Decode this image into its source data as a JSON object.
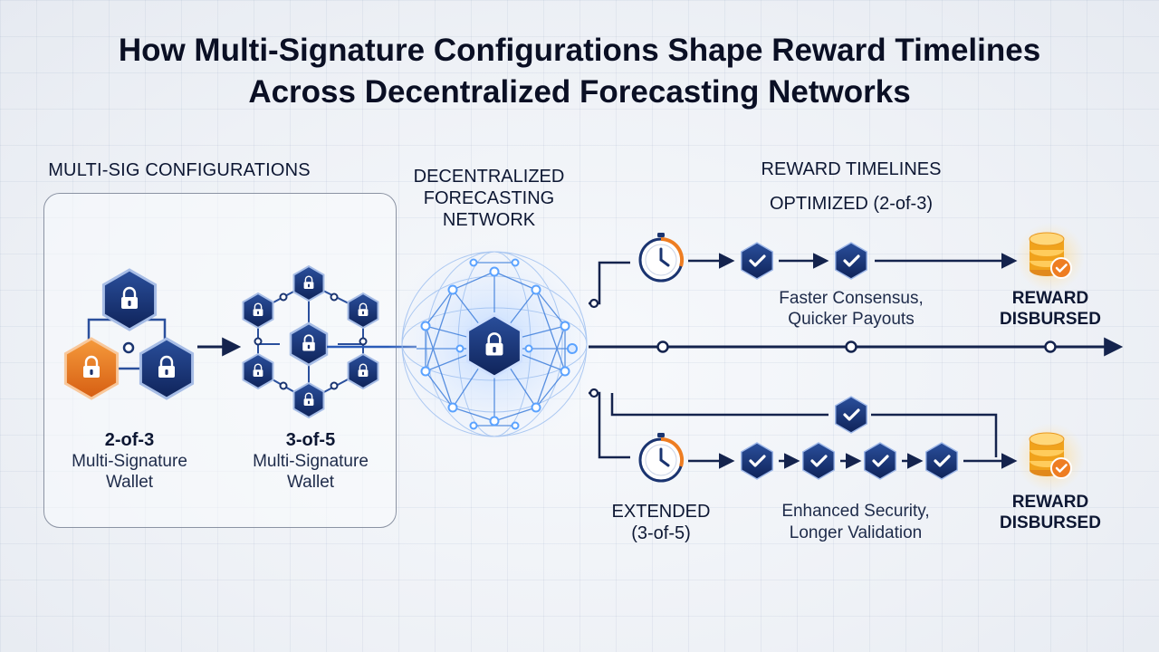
{
  "title": {
    "line1": "How Multi-Signature Configurations Shape Reward Timelines",
    "line2": "Across Decentralized Forecasting Networks"
  },
  "config": {
    "heading": "MULTI-SIG CONFIGURATIONS",
    "wallets": [
      {
        "name": "2-of-3",
        "type": "Multi-Signature",
        "suffix": "Wallet"
      },
      {
        "name": "3-of-5",
        "type": "Multi-Signature",
        "suffix": "Wallet"
      }
    ]
  },
  "network": {
    "line1": "DECENTRALIZED",
    "line2": "FORECASTING",
    "line3": "NETWORK"
  },
  "timelines": {
    "heading": "REWARD TIMELINES",
    "optimized": {
      "label": "OPTIMIZED (2-of-3)",
      "desc1": "Faster Consensus,",
      "desc2": "Quicker Payouts",
      "reward1": "REWARD",
      "reward2": "DISBURSED"
    },
    "extended": {
      "label1": "EXTENDED",
      "label2": "(3-of-5)",
      "desc1": "Enhanced Security,",
      "desc2": "Longer Validation",
      "reward1": "REWARD",
      "reward2": "DISBURSED"
    }
  },
  "colors": {
    "navy": "#14306b",
    "orange": "#e8731e",
    "glow": "#5aa2ff",
    "gold": "#f0a21c"
  },
  "icons": [
    "lock-icon",
    "clock-icon",
    "checkmark-icon",
    "coin-stack-icon",
    "arrow-right-icon"
  ]
}
